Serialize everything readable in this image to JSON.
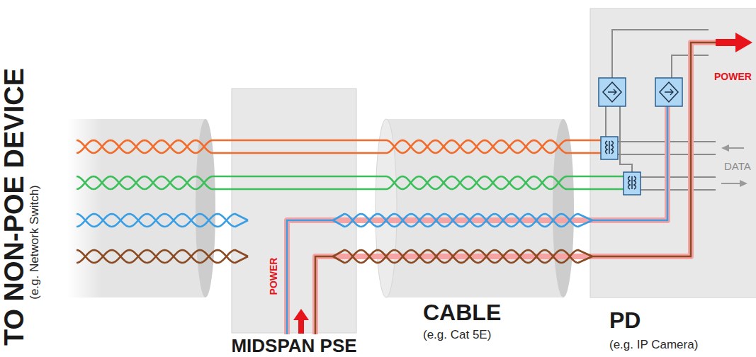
{
  "diagram": {
    "nodes": [
      {
        "text": [
          "TO NON-POE DEVICE",
          "(e.g. Network Switch)"
        ]
      },
      {
        "text": [
          "MIDSPAN PSE"
        ]
      },
      {
        "text": [
          "CABLE",
          "(e.g. Cat 5E)"
        ]
      },
      {
        "text": [
          "PD",
          "(e.g. IP Camera)"
        ]
      }
    ],
    "labels": [
      "POWER",
      "POWER",
      "DATA"
    ]
  }
}
